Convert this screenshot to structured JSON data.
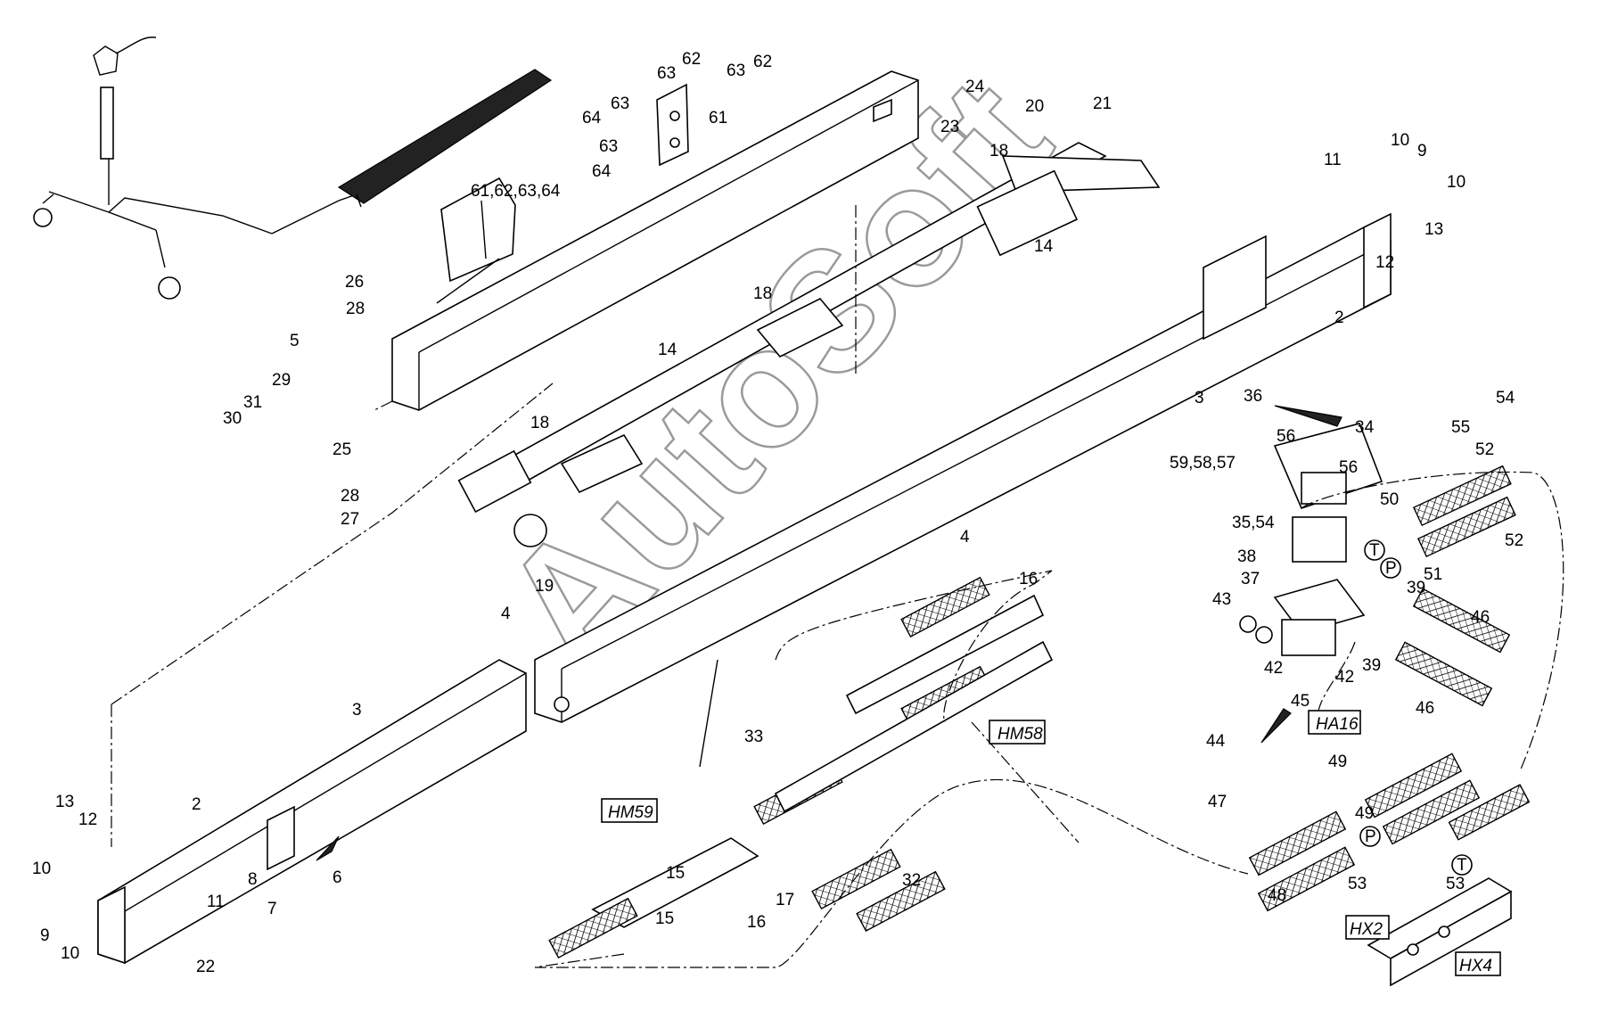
{
  "watermark": "AutoSoft",
  "callouts": {
    "c2a": "2",
    "c2b": "2",
    "c3a": "3",
    "c3b": "3",
    "c4a": "4",
    "c4b": "4",
    "c5": "5",
    "c6": "6",
    "c7": "7",
    "c8": "8",
    "c9a": "9",
    "c9b": "9",
    "c10a": "10",
    "c10b": "10",
    "c10c": "10",
    "c10d": "10",
    "c11a": "11",
    "c11b": "11",
    "c12a": "12",
    "c12b": "12",
    "c13a": "13",
    "c13b": "13",
    "c14a": "14",
    "c14b": "14",
    "c15a": "15",
    "c15b": "15",
    "c16a": "16",
    "c16b": "16",
    "c17": "17",
    "c18a": "18",
    "c18b": "18",
    "c18c": "18",
    "c19": "19",
    "c20": "20",
    "c21": "21",
    "c22": "22",
    "c23": "23",
    "c24": "24",
    "c25": "25",
    "c26": "26",
    "c27": "27",
    "c28a": "28",
    "c28b": "28",
    "c29": "29",
    "c30": "30",
    "c31": "31",
    "c32": "32",
    "c33": "33",
    "c34": "34",
    "c3554": "35,54",
    "c36": "36",
    "c37": "37",
    "c38": "38",
    "c39a": "39",
    "c39b": "39",
    "c42a": "42",
    "c42b": "42",
    "c43": "43",
    "c44": "44",
    "c45": "45",
    "c46a": "46",
    "c46b": "46",
    "c47": "47",
    "c48": "48",
    "c49a": "49",
    "c49b": "49",
    "c50": "50",
    "c51": "51",
    "c52a": "52",
    "c52b": "52",
    "c53a": "53",
    "c53b": "53",
    "c54": "54",
    "c55": "55",
    "c56a": "56",
    "c56b": "56",
    "c595857": "59,58,57",
    "c61": "61",
    "c61646": "61,62,63,64",
    "c62a": "62",
    "c62b": "62",
    "c63a": "63",
    "c63b": "63",
    "c63c": "63",
    "c63d": "63",
    "c64a": "64",
    "c64b": "64"
  },
  "boxes": {
    "hm58": "HM58",
    "hm59": "HM59",
    "ha16": "HA16",
    "hx2": "HX2",
    "hx4": "HX4"
  },
  "port_letters": {
    "t1": "T",
    "p1": "P",
    "p2": "P",
    "t2": "T"
  }
}
